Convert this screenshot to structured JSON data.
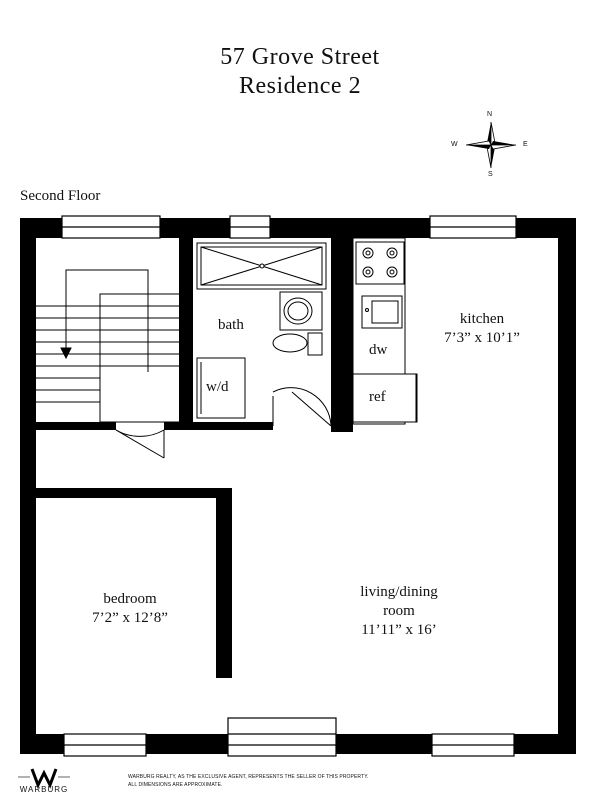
{
  "header": {
    "address": "57 Grove Street",
    "unit": "Residence  2"
  },
  "floor_label": "Second Floor",
  "compass": {
    "n": "N",
    "s": "S",
    "e": "E",
    "w": "W"
  },
  "rooms": {
    "bath": "bath",
    "washer_dryer": "w/d",
    "kitchen": {
      "name": "kitchen",
      "size": "7’3” x 10’1”"
    },
    "dishwasher": "dw",
    "refrigerator": "ref",
    "bedroom": {
      "name": "bedroom",
      "size": "7’2” x 12’8”"
    },
    "living": {
      "name_line1": "living/dining",
      "name_line2": "room",
      "size": "11’11” x 16’"
    }
  },
  "footer": {
    "disclaimer_line1": "WARBURG REALTY, AS THE EXCLUSIVE AGENT, REPRESENTS THE SELLER OF THIS PROPERTY.",
    "disclaimer_line2": "ALL DIMENSIONS ARE APPROXIMATE.",
    "logo_text": "WARBURG"
  },
  "colors": {
    "wall": "#000000",
    "background": "#ffffff"
  }
}
